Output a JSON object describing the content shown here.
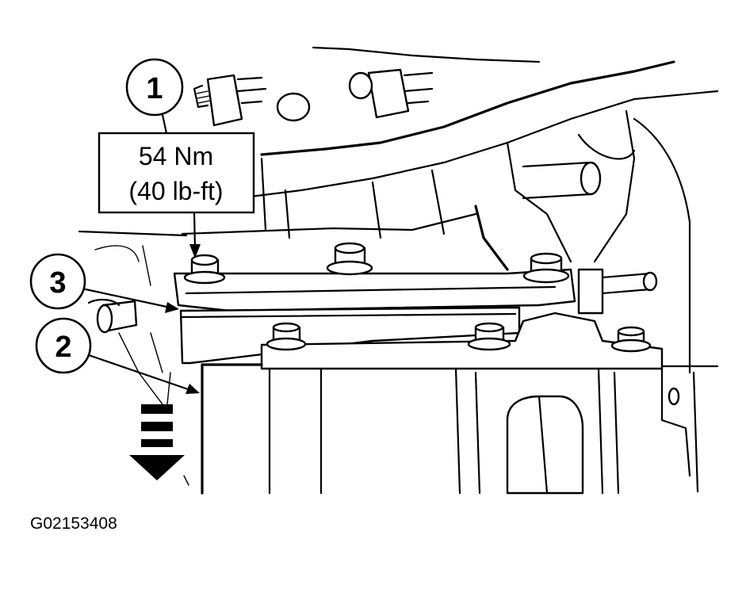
{
  "callouts": [
    {
      "id": "1",
      "label": "1"
    },
    {
      "id": "3",
      "label": "3"
    },
    {
      "id": "2",
      "label": "2"
    }
  ],
  "torque_spec": {
    "line1": "54 Nm",
    "line2": "(40 lb-ft)"
  },
  "figure_id": "G02153408",
  "icons": {
    "direction_arrow": "down-arrow-icon"
  }
}
